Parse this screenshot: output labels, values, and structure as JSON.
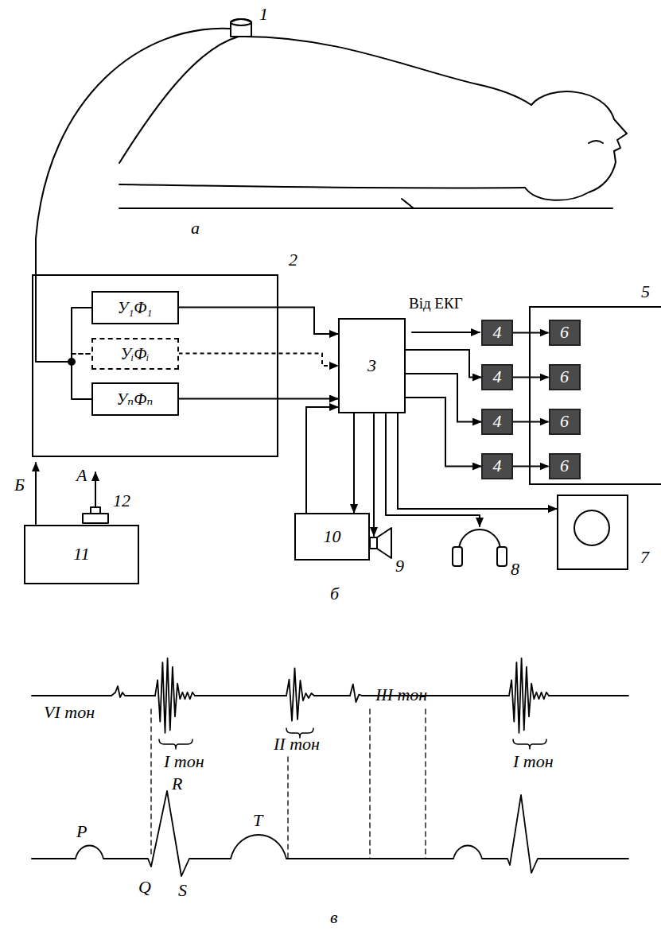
{
  "diagram": {
    "nodes": [
      {
        "text": [
          "2"
        ]
      },
      {
        "text": [
          "У₁Ф₁"
        ],
        "in": 0
      },
      {
        "text": [
          "УᵢФᵢ"
        ],
        "in": 0
      },
      {
        "text": [
          "УₙФₙ"
        ],
        "in": 0
      },
      {
        "text": [
          "3"
        ]
      },
      {
        "text": [
          "4"
        ]
      },
      {
        "text": [
          "4"
        ]
      },
      {
        "text": [
          "4"
        ]
      },
      {
        "text": [
          "4"
        ]
      },
      {
        "text": [
          "5"
        ]
      },
      {
        "text": [
          "6"
        ],
        "in": 9
      },
      {
        "text": [
          "6"
        ],
        "in": 9
      },
      {
        "text": [
          "6"
        ],
        "in": 9
      },
      {
        "text": [
          "6"
        ],
        "in": 9
      },
      {
        "text": [
          "7"
        ]
      },
      {
        "text": [
          "10"
        ]
      },
      {
        "text": [
          "11"
        ]
      }
    ],
    "edges": [
      {
        "from": 1,
        "to": 4,
        "arrow": "to"
      },
      {
        "from": 2,
        "to": 4,
        "arrow": "to"
      },
      {
        "from": 3,
        "to": 4,
        "arrow": "to"
      },
      {
        "from": 4,
        "to": 6,
        "arrow": "to"
      },
      {
        "from": 4,
        "to": 7,
        "arrow": "to"
      },
      {
        "from": 4,
        "to": 8,
        "arrow": "to"
      },
      {
        "from": 5,
        "to": 10,
        "arrow": "to"
      },
      {
        "from": 6,
        "to": 11,
        "arrow": "to"
      },
      {
        "from": 7,
        "to": 12,
        "arrow": "to"
      },
      {
        "from": 8,
        "to": 13,
        "arrow": "to"
      },
      {
        "from": 4,
        "to": 14,
        "arrow": "to"
      },
      {
        "from": 4,
        "to": 15,
        "arrow": "to"
      },
      {
        "from": 15,
        "to": 4,
        "arrow": "to"
      }
    ],
    "labels": [
      "1",
      "8",
      "9",
      "12",
      "А",
      "Б",
      "Від ЕКГ",
      "а",
      "б",
      "в",
      "VI тон",
      "I тон",
      "II тон",
      "III тон",
      "I тон",
      "P",
      "R",
      "T",
      "Q",
      "S"
    ]
  }
}
